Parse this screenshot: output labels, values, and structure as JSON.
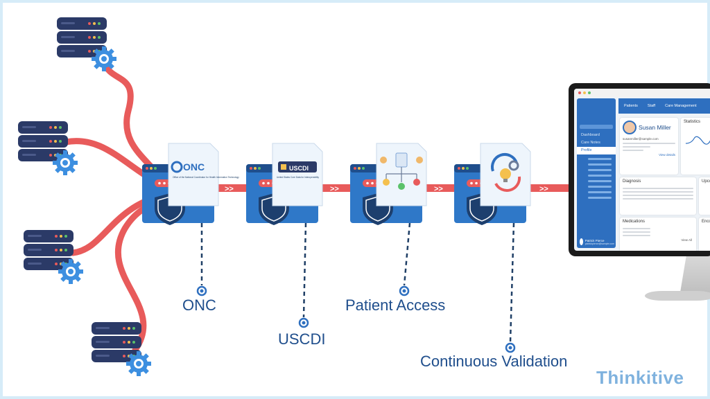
{
  "brand": {
    "name": "Thinkitive"
  },
  "stages": [
    {
      "label": "ONC",
      "doc_title": "ONC",
      "doc_caption": "Office of the National Coordinator for Health Information Technology"
    },
    {
      "label": "USCDI",
      "doc_title": "USCDI",
      "doc_caption": "United States Core Data for Interoperability"
    },
    {
      "label": "Patient Access",
      "doc_title": "",
      "doc_caption": ""
    },
    {
      "label": "Continuous Validation",
      "doc_title": "",
      "doc_caption": ""
    }
  ],
  "arrow_glyph": ">>",
  "dashboard": {
    "nav": [
      "Patients",
      "Staff",
      "Care Management"
    ],
    "sidebar": [
      "Dashboard",
      "Care Notes",
      "Profile"
    ],
    "sidebar_active": "Profile",
    "patient_name": "Susan Miller",
    "patient_email": "susanmiller@sample.com",
    "statistics_title": "Statistics",
    "diagnosis_title": "Diagnosis",
    "medications_title": "Medications",
    "upcoming_title": "Upco",
    "encounters_title": "Enco",
    "view_details": "View details",
    "view_all": "View All",
    "user_name": "Patrick Pierce",
    "user_email": "patrickpierce@sample.com"
  },
  "colors": {
    "navy": "#2b3a67",
    "blue": "#2e6fbf",
    "red": "#e85b5b",
    "gear": "#3d8fe0",
    "label": "#1f4e8c",
    "dash": "#1f3f66"
  }
}
